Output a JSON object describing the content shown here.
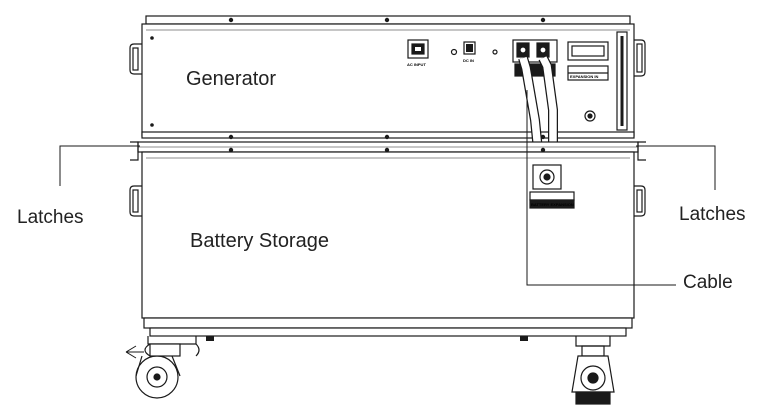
{
  "labels": {
    "generator": "Generator",
    "battery_storage": "Battery Storage",
    "latches_left": "Latches",
    "latches_right": "Latches",
    "cable": "Cable"
  },
  "panel_marks": {
    "ac_input": "AC INPUT",
    "battery_port": "DC IN",
    "expansion": "EXPANSION IN",
    "battery_expansion": "BATTERY EXPANSION"
  },
  "colors": {
    "line": "#1a1a1a",
    "text": "#222222",
    "background": "#ffffff"
  }
}
